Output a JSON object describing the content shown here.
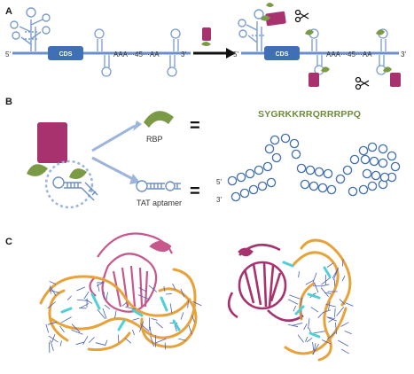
{
  "panels": {
    "a": {
      "letter": "A",
      "left_mrna": {
        "five_prime": "5'",
        "cds": "CDS",
        "polya": "AAA···45···AA",
        "three_prime": "3'"
      },
      "right_mrna": {
        "five_prime": "5'",
        "cds": "CDS",
        "polya": "AAA···45···AA",
        "three_prime": "3'"
      }
    },
    "b": {
      "letter": "B",
      "rbp_label": "RBP",
      "aptamer_label": "TAT aptamer",
      "equals_symbol": "=",
      "peptide_sequence": "SYGRKKRRQRRRPPQ",
      "structure_five_prime": "5'",
      "structure_three_prime": "3'"
    },
    "c": {
      "letter": "C"
    }
  },
  "colors": {
    "cds_box": "#3f6fb5",
    "rna_line": "#6b8fc9",
    "protein_magenta": "#a8326e",
    "rbp_green": "#7a9a45",
    "arrow_light_blue": "#9db4dc",
    "rna_orange": "#e8a23a",
    "rna_cyan": "#4fd0d8"
  }
}
